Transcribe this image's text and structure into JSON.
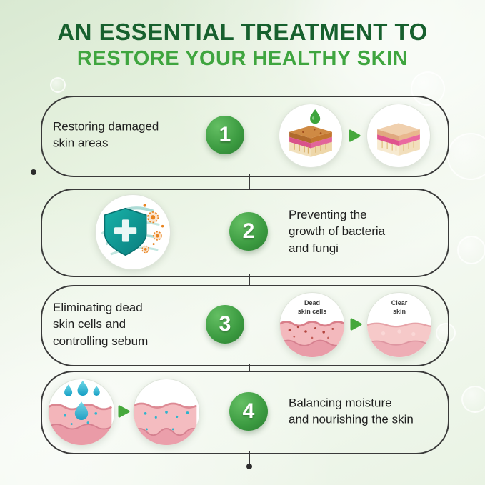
{
  "title": {
    "line1": "AN ESSENTIAL TREATMENT TO",
    "line2": "RESTORE YOUR HEALTHY SKIN"
  },
  "steps": [
    {
      "number": "1",
      "text": "Restoring damaged skin areas",
      "text_lines": [
        "Restoring damaged",
        "skin areas"
      ],
      "icons": [
        "damaged-skin-layers-icon",
        "arrow-right-icon",
        "restored-skin-layers-icon"
      ]
    },
    {
      "number": "2",
      "text": "Preventing the growth of bacteria and fungi",
      "text_lines": [
        "Preventing the",
        "growth of bacteria",
        "and fungi"
      ],
      "icons": [
        "antibacterial-shield-icon"
      ]
    },
    {
      "number": "3",
      "text": "Eliminating dead skin cells and controlling sebum",
      "text_lines": [
        "Eliminating dead",
        "skin cells and",
        "controlling sebum"
      ],
      "icons": [
        "dead-skin-cells-icon",
        "arrow-right-icon",
        "clear-skin-icon"
      ],
      "before_label": "Dead skin cells",
      "before_label_lines": [
        "Dead",
        "skin cells"
      ],
      "after_label": "Clear skin",
      "after_label_lines": [
        "Clear",
        "skin"
      ]
    },
    {
      "number": "4",
      "text": "Balancing moisture and nourishing the skin",
      "text_lines": [
        "Balancing moisture",
        "and nourishing the skin"
      ],
      "icons": [
        "moisture-drops-skin-icon",
        "arrow-right-icon",
        "nourished-skin-icon"
      ]
    }
  ],
  "colors": {
    "title_primary": "#17602e",
    "title_secondary": "#3fa53f",
    "number_badge_green": "#3b9a40",
    "arrow_green": "#46a83c",
    "outline": "#3a3a3a",
    "background_tint": "#e3efdc",
    "skin_pink": "#f3b9bd",
    "water_teal": "#159ec4",
    "bacteria_orange": "#e8831f"
  }
}
